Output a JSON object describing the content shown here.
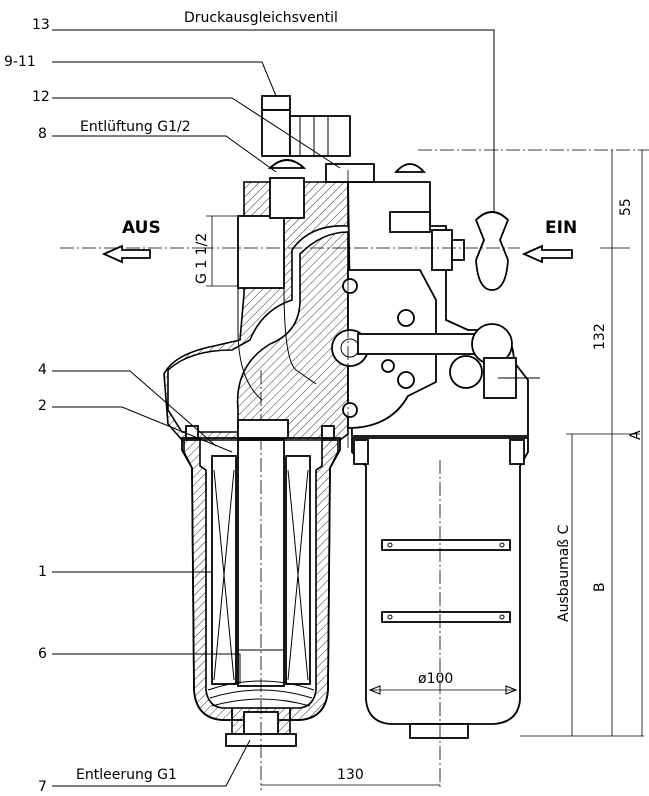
{
  "labels": {
    "pressure_valve": "Druckausgleichsventil",
    "bleed": "Entlüftung G1/2",
    "drain": "Entleerung G1",
    "outlet": "AUS",
    "inlet": "EIN",
    "port_size": "G 1 1/2",
    "removal_dim": "Ausbaumaß C"
  },
  "callouts": {
    "c13": "13",
    "c9_11": "9-11",
    "c12": "12",
    "c8": "8",
    "c4": "4",
    "c2": "2",
    "c1": "1",
    "c6": "6",
    "c7": "7"
  },
  "dimensions": {
    "d55": "55",
    "d132": "132",
    "dA": "A",
    "dB": "B",
    "d100": "ø100",
    "d130": "130"
  }
}
